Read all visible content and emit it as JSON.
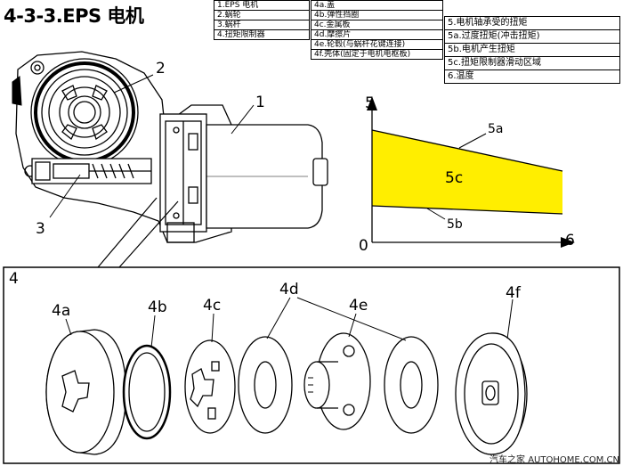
{
  "title": "4-3-3.EPS 电机",
  "legend_a": [
    "1.EPS 电机",
    "2.蜗轮",
    "3.蜗杆",
    "4.扭矩限制器"
  ],
  "legend_b": [
    "4a.盖",
    "4b.弹性挡圈",
    "4c.金属板",
    "4d.摩擦片",
    "4e.轮毂(与蜗杆花键连接)",
    "4f.壳体(固定于电机电枢板)"
  ],
  "legend_c": [
    "5.电机轴承受的扭矩",
    "5a.过度扭矩(冲击扭矩)",
    "5b.电机产生扭矩",
    "5c.扭矩限制器滑动区域",
    "6.温度"
  ],
  "motor_callouts": {
    "c1": "1",
    "c2": "2",
    "c3": "3"
  },
  "graph_labels": {
    "y_axis": "5",
    "origin": "0",
    "x_axis": "6",
    "upper_line": "5a",
    "region": "5c",
    "lower_line": "5b"
  },
  "exploded": {
    "box": "4",
    "p4a": "4a",
    "p4b": "4b",
    "p4c": "4c",
    "p4d": "4d",
    "p4e": "4e",
    "p4f": "4f"
  },
  "watermark": "汽车之家 AUTOHOME.COM.CN",
  "colors": {
    "region_fill": "#ffee00",
    "line": "#000000"
  }
}
